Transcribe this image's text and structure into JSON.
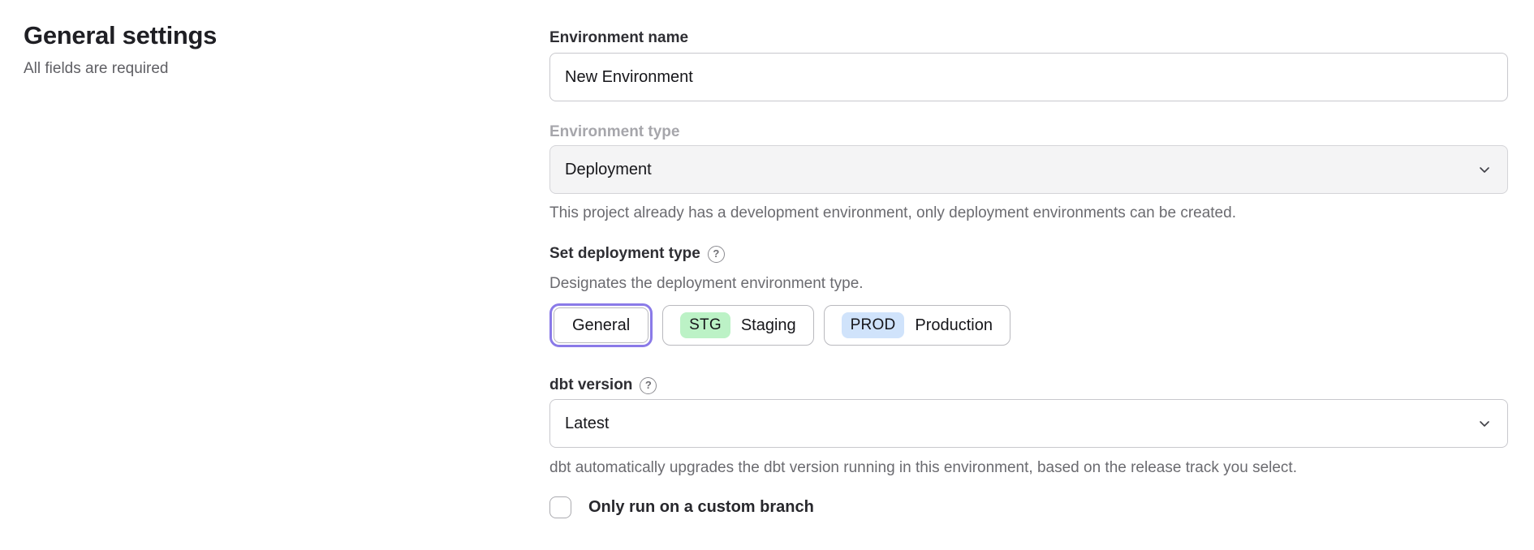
{
  "page": {
    "title": "General settings",
    "subtitle": "All fields are required"
  },
  "form": {
    "environment_name": {
      "label": "Environment name",
      "value": "New Environment"
    },
    "environment_type": {
      "label": "Environment type",
      "value": "Deployment",
      "disabled": true,
      "helper": "This project already has a development environment, only deployment environments can be created."
    },
    "deployment_type": {
      "label": "Set deployment type",
      "description": "Designates the deployment environment type.",
      "options": [
        {
          "badge": "",
          "label": "General",
          "selected": true
        },
        {
          "badge": "STG",
          "label": "Staging",
          "selected": false
        },
        {
          "badge": "PROD",
          "label": "Production",
          "selected": false
        }
      ]
    },
    "dbt_version": {
      "label": "dbt version",
      "value": "Latest",
      "helper": "dbt automatically upgrades the dbt version running in this environment, based on the release track you select."
    },
    "custom_branch": {
      "label": "Only run on a custom branch",
      "checked": false
    }
  },
  "icons": {
    "help_glyph": "?"
  },
  "colors": {
    "accent": "#8a7ae8",
    "badge-green": "#bcf2c6",
    "badge-blue": "#d0e3fb",
    "disabled-bg": "#f4f4f5",
    "border": "#c8c8cd"
  }
}
